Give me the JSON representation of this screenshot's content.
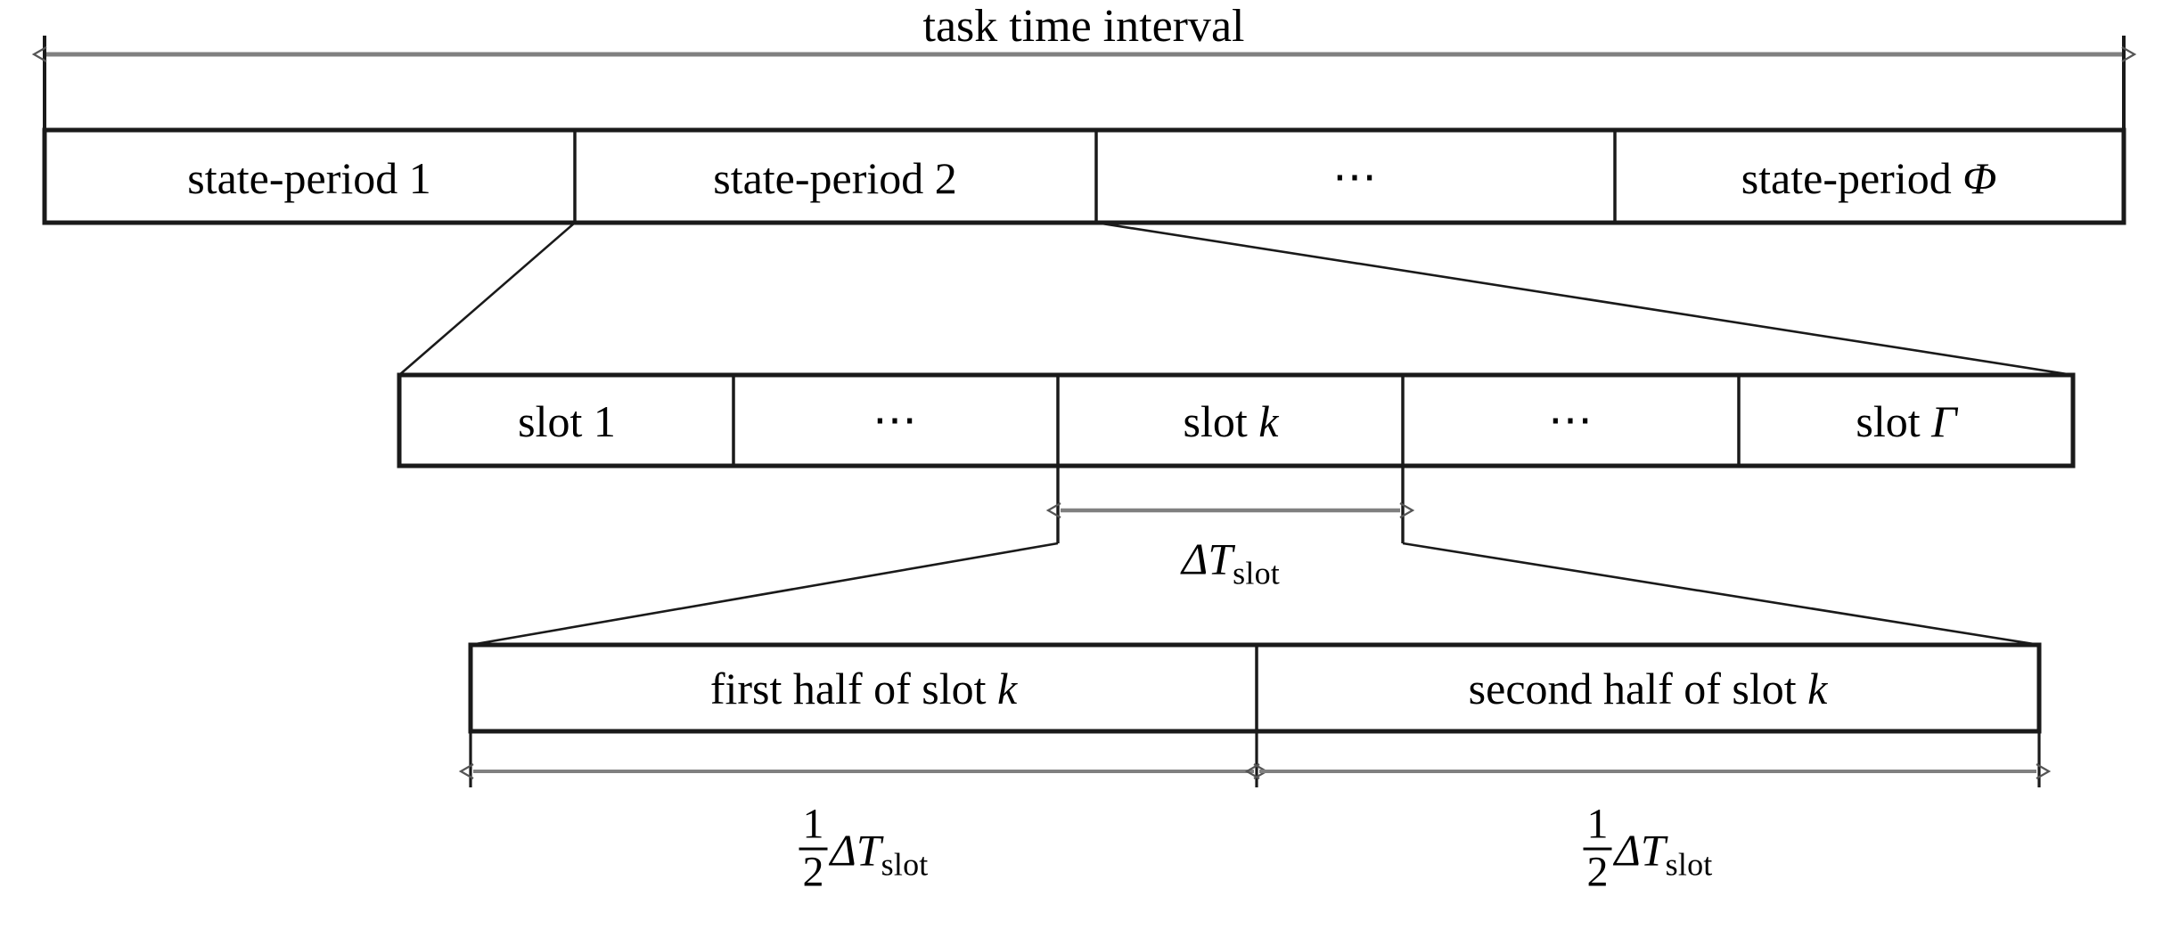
{
  "figure": {
    "title": "task time interval",
    "caption": "task time interval"
  },
  "top_bracket": {
    "label": "task time interval"
  },
  "rows": {
    "state_period_row": {
      "name": "state-period row",
      "cells": [
        {
          "label": "state-period 1",
          "kind": "text"
        },
        {
          "label": "state-period 2",
          "kind": "text"
        },
        {
          "label": "⋯",
          "kind": "ellipsis"
        },
        {
          "label": "state-period Φ",
          "kind": "text"
        }
      ]
    },
    "slot_row": {
      "name": "slot row",
      "cells": [
        {
          "label": "slot 1",
          "kind": "text"
        },
        {
          "label": "⋯",
          "kind": "ellipsis"
        },
        {
          "label": "slot k",
          "kind": "text"
        },
        {
          "label": "⋯",
          "kind": "ellipsis"
        },
        {
          "label": "slot Γ",
          "kind": "text"
        }
      ]
    },
    "half_slot_row": {
      "name": "half slot row",
      "cells": [
        {
          "label": "first half of slot k",
          "kind": "text"
        },
        {
          "label": "second half of slot k",
          "kind": "text"
        }
      ]
    }
  },
  "measures": {
    "slot_duration": {
      "symbol": "ΔT",
      "subscript": "slot",
      "full": "ΔT_slot"
    },
    "half_slot_duration_left": {
      "numerator": "1",
      "denominator": "2",
      "symbol": "ΔT",
      "subscript": "slot",
      "full": "1/2 ΔT_slot"
    },
    "half_slot_duration_right": {
      "numerator": "1",
      "denominator": "2",
      "symbol": "ΔT",
      "subscript": "slot",
      "full": "1/2 ΔT_slot"
    }
  },
  "symbols": {
    "phi": "Φ",
    "gamma": "Γ",
    "k": "k",
    "delta": "Δ",
    "ellipsis": "⋯"
  },
  "colors": {
    "stroke": "#1a1a1a",
    "arrow_line": "#7d7d7d",
    "background": "#ffffff",
    "text": "#000000"
  }
}
